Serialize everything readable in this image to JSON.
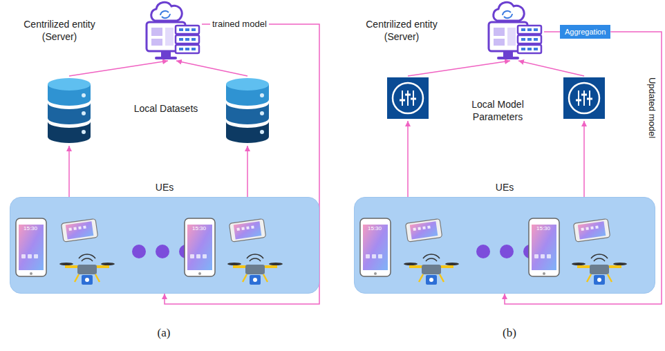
{
  "diagram": {
    "nodes": [
      {
        "text": [
          "Centrilized entity (Server)"
        ]
      },
      {
        "text": [
          "UEs"
        ]
      },
      {
        "text": [
          "Centrilized entity (Server)"
        ]
      },
      {
        "text": [
          "Aggregation"
        ]
      },
      {
        "text": [
          "UEs"
        ]
      }
    ],
    "edges": [
      {
        "from": 0,
        "to": 1,
        "label": "trained model",
        "arrow": "to"
      },
      {
        "from": 2,
        "to": 3,
        "arrow": "none"
      },
      {
        "from": 3,
        "to": 4,
        "label": "Updated model",
        "arrow": "to"
      }
    ],
    "labels": [
      "Local Datasets",
      "15:30",
      "15:30",
      "Local Model Parameters",
      "15:30",
      "15:30",
      "(a)",
      "(b)"
    ]
  }
}
